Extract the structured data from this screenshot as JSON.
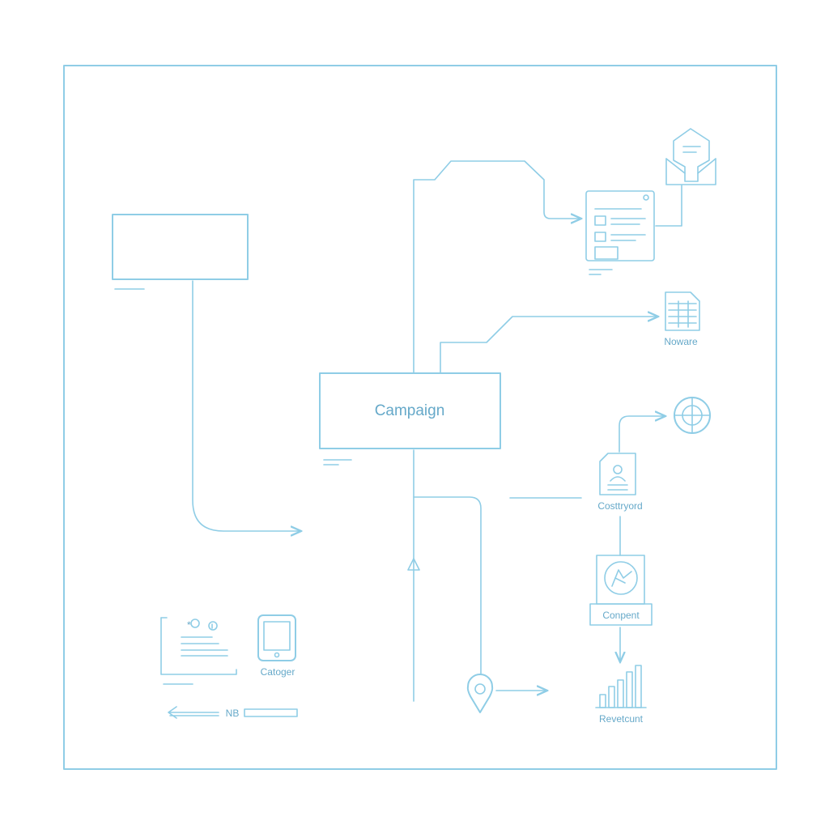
{
  "diagram": {
    "center_node": "Campaign",
    "labels": {
      "noware": "Noware",
      "costtryord": "Costtryord",
      "conpent": "Conpent",
      "catoger": "Catoger",
      "nb": "NB",
      "revetcunt": "Revetcunt"
    }
  },
  "icons": [
    "envelope-icon",
    "web-form-icon",
    "spreadsheet-icon",
    "globe-icon",
    "profile-document-icon",
    "compass-icon",
    "form-panel-icon",
    "tablet-icon",
    "location-pin-icon",
    "bar-chart-icon",
    "arrow-left-icon"
  ],
  "colors": {
    "line": "#8fcde6",
    "text": "#66a9c9",
    "background": "#ffffff"
  }
}
